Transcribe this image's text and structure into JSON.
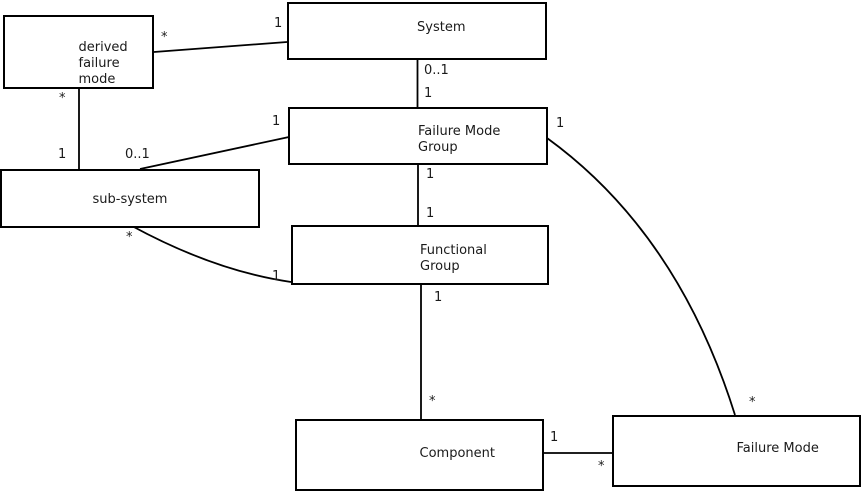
{
  "diagram": {
    "entities": {
      "derived_failure_mode": {
        "label": "derived\nfailure\nmode"
      },
      "system": {
        "label": "System"
      },
      "failure_mode_group": {
        "label": "Failure Mode\nGroup"
      },
      "sub_system": {
        "label": "sub-system"
      },
      "functional_group": {
        "label": "Functional\nGroup"
      },
      "component": {
        "label": "Component"
      },
      "failure_mode": {
        "label": "Failure Mode"
      }
    },
    "relationships": [
      {
        "from": "derived_failure_mode",
        "to": "system",
        "from_label": "*",
        "to_label": "1"
      },
      {
        "from": "system",
        "to": "failure_mode_group",
        "from_label": "0..1",
        "to_label": "1"
      },
      {
        "from": "derived_failure_mode",
        "to": "sub_system",
        "from_label": "*",
        "to_label": "1"
      },
      {
        "from": "sub_system",
        "to": "failure_mode_group",
        "from_label": "0..1",
        "to_label": "1"
      },
      {
        "from": "failure_mode_group",
        "to": "functional_group",
        "from_label": "1",
        "to_label": "1"
      },
      {
        "from": "sub_system",
        "to": "functional_group",
        "from_label": "*",
        "to_label": "1"
      },
      {
        "from": "functional_group",
        "to": "component",
        "from_label": "1",
        "to_label": "*"
      },
      {
        "from": "component",
        "to": "failure_mode",
        "from_label": "1",
        "to_label": "*"
      },
      {
        "from": "failure_mode_group",
        "to": "failure_mode",
        "from_label": "1",
        "to_label": "*"
      }
    ],
    "colors": {
      "line": "#000000",
      "background": "#ffffff",
      "text": "#1a1a1a"
    }
  }
}
